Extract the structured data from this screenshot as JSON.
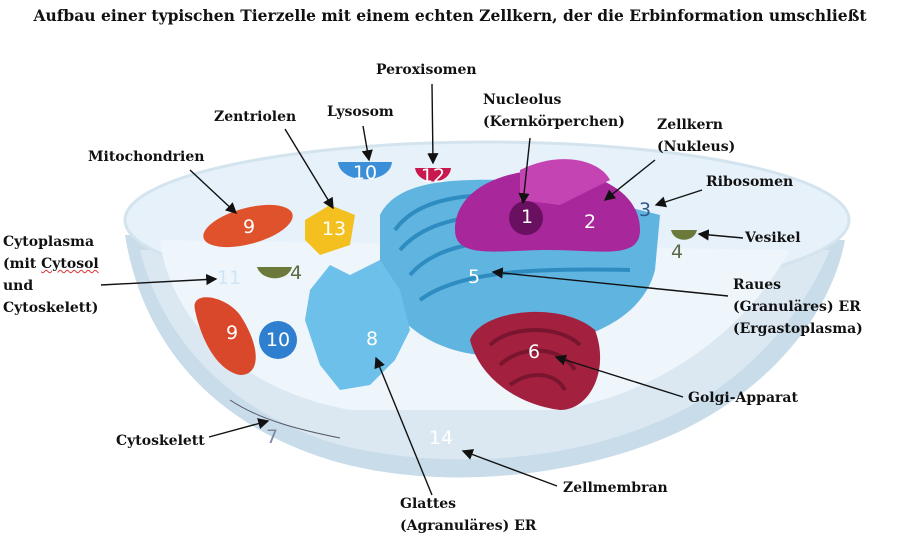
{
  "title": "Aufbau einer typischen Tierzelle mit einem echten Zellkern, der die Erbinformation umschließt",
  "labels": {
    "peroxisomen": "Peroxisomen",
    "nucleolus": [
      "Nucleolus",
      "(Kernkörperchen)"
    ],
    "zentriolen": "Zentriolen",
    "lysosom": "Lysosom",
    "zellkern": [
      "Zellkern",
      "(Nukleus)"
    ],
    "mitochondrien": "Mitochondrien",
    "ribosomen": "Ribosomen",
    "vesikel": "Vesikel",
    "cytoplasma": [
      "Cytoplasma",
      "(mit ",
      "Cytosol",
      "und",
      "Cytoskelett)"
    ],
    "raues_er": [
      "Raues",
      "(Granuläres) ER",
      "(Ergastoplasma)"
    ],
    "golgi": "Golgi-Apparat",
    "cytoskelett": "Cytoskelett",
    "zellmembran": "Zellmembran",
    "glattes_er": [
      "Glattes",
      "(Agranuläres) ER"
    ]
  },
  "numbers": {
    "nucleolus": "1",
    "zellkern": "2",
    "ribosomen": "3",
    "vesikel_a": "4",
    "vesikel_b": "4",
    "raues_er": "5",
    "golgi": "6",
    "cytoskelett": "7",
    "glattes_er": "8",
    "mito_a": "9",
    "mito_b": "9",
    "lysosom_a": "10",
    "lysosom_b": "10",
    "cytoplasma": "11",
    "peroxisom": "12",
    "zentriolen": "13",
    "zellmembran": "14"
  },
  "colors": {
    "cytoplasm": "#e3eff8",
    "membrane": "#c9dcea",
    "er": "#5fb4e0",
    "nucleus": "#a8279a",
    "golgi": "#a3213f",
    "mito": "#e0522b"
  }
}
